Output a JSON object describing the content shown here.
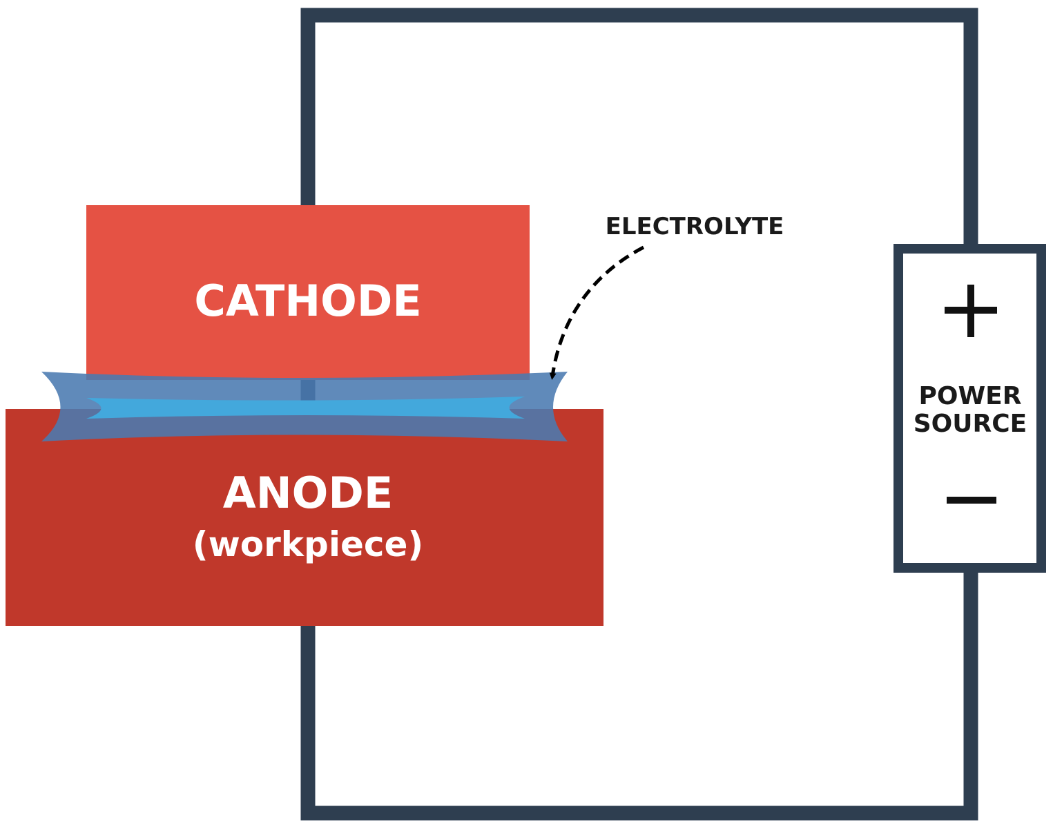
{
  "cathode": {
    "label": "CATHODE",
    "color": "#e55244"
  },
  "anode": {
    "label": "ANODE",
    "sublabel": "(workpiece)",
    "color": "#c0382b"
  },
  "electrolyte": {
    "label": "ELECTROLYTE",
    "outer_color": "#4a7ab0",
    "inner_color": "#43a8dc"
  },
  "power_source": {
    "label_line1": "POWER",
    "label_line2": "SOURCE",
    "positive_symbol": "+",
    "negative_symbol": "—"
  },
  "wire_color": "#2e3e50"
}
